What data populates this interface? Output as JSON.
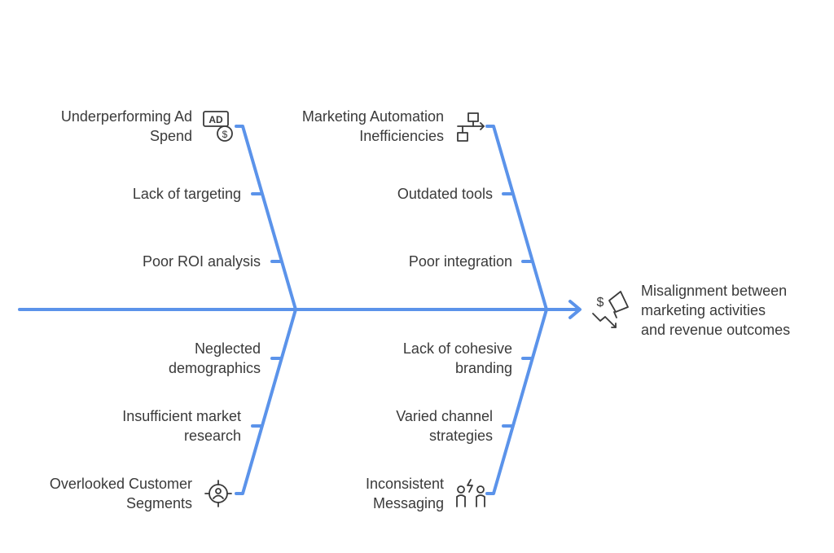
{
  "diagram": {
    "effect": {
      "lines": [
        "Misalignment between",
        "marketing activities",
        "and revenue outcomes"
      ],
      "icon": "megaphone-dollar-trend-down-icon"
    },
    "categories": [
      {
        "id": "ad-spend",
        "lines": [
          "Underperforming Ad",
          "Spend"
        ],
        "icon": "ad-dollar-icon",
        "causes": [
          {
            "lines": [
              "Lack of targeting"
            ]
          },
          {
            "lines": [
              "Poor ROI analysis"
            ]
          }
        ]
      },
      {
        "id": "automation",
        "lines": [
          "Marketing Automation",
          "Inefficiencies"
        ],
        "icon": "workflow-icon",
        "causes": [
          {
            "lines": [
              "Outdated tools"
            ]
          },
          {
            "lines": [
              "Poor integration"
            ]
          }
        ]
      },
      {
        "id": "segments",
        "lines": [
          "Overlooked Customer",
          "Segments"
        ],
        "icon": "target-user-icon",
        "causes": [
          {
            "lines": [
              "Neglected",
              "demographics"
            ]
          },
          {
            "lines": [
              "Insufficient market",
              "research"
            ]
          }
        ]
      },
      {
        "id": "messaging",
        "lines": [
          "Inconsistent",
          "Messaging"
        ],
        "icon": "people-conflict-icon",
        "causes": [
          {
            "lines": [
              "Lack of cohesive",
              "branding"
            ]
          },
          {
            "lines": [
              "Varied channel",
              "strategies"
            ]
          }
        ]
      }
    ],
    "colors": {
      "line": "#5b93ea",
      "text": "#3a3a3a",
      "icon": "#3a3a3a"
    }
  }
}
